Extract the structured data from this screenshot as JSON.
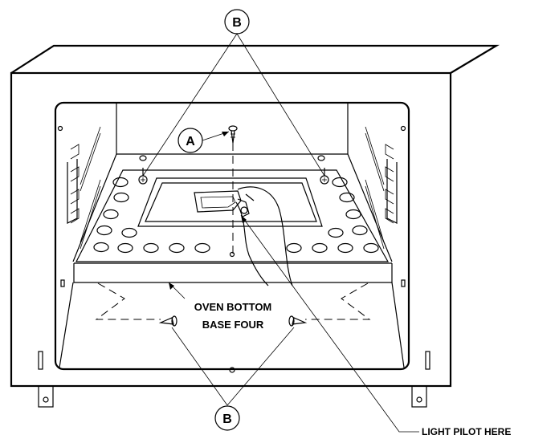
{
  "callouts": {
    "top_b": "B",
    "a": "A",
    "bottom_b": "B"
  },
  "labels": {
    "oven_bottom_line1": "OVEN BOTTOM",
    "oven_bottom_line2": "BASE FOUR",
    "light_pilot": "LIGHT PILOT HERE"
  }
}
